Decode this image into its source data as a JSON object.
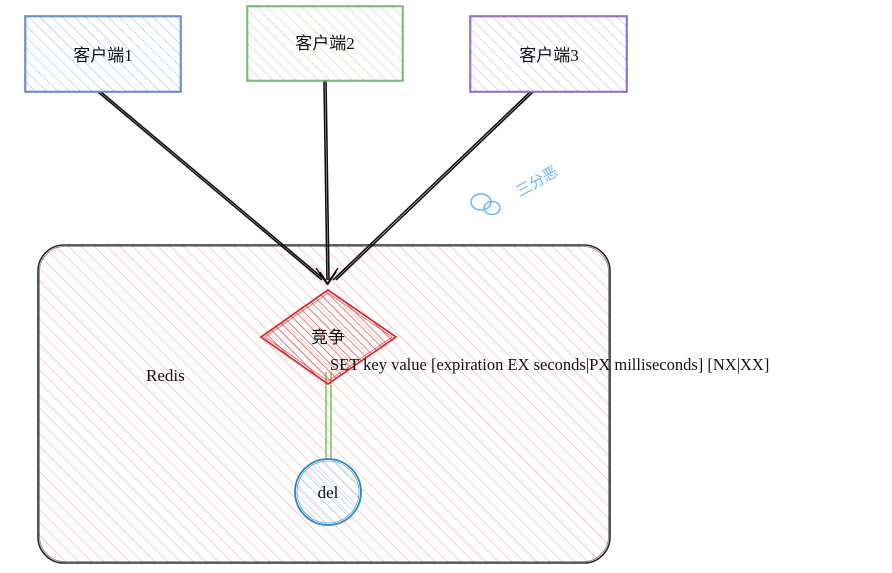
{
  "clients": [
    {
      "label": "客户端1",
      "stroke": "#5b7fd1",
      "fill": "#a9c4f2"
    },
    {
      "label": "客户端2",
      "stroke": "#6fb26a",
      "fill": "#bfe3b4"
    },
    {
      "label": "客户端3",
      "stroke": "#8a5fbf",
      "fill": "#d2bde8"
    }
  ],
  "redis": {
    "label": "Redis",
    "stroke": "#2b2b2b",
    "fill": "#f7b8b8"
  },
  "compete": {
    "label": "竞争",
    "stroke": "#d62f2f",
    "fill": "#e24a4a"
  },
  "command": "SET key value [expiration EX seconds|PX milliseconds] [NX|XX]",
  "del_node": {
    "label": "del",
    "stroke": "#2f86c2",
    "fill": "#9fd0ef"
  },
  "connector": {
    "stroke": "#86c06c"
  },
  "watermark": {
    "text": "三分恶",
    "color": "#69b4ff",
    "icon": "wechat-icon"
  }
}
